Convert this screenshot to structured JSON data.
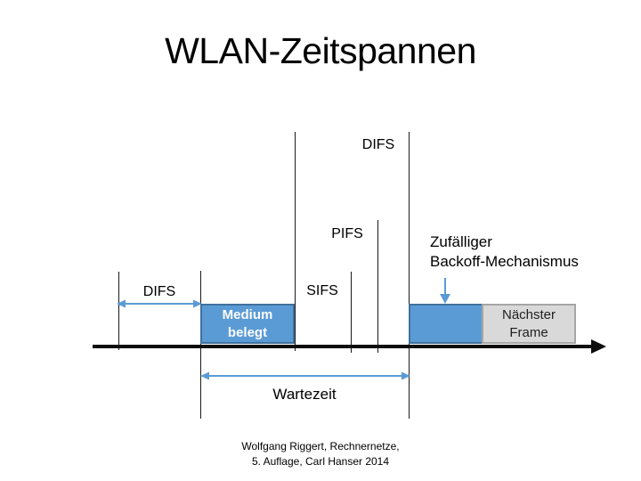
{
  "slide": {
    "title": "WLAN-Zeitspannen",
    "citation": {
      "line1": "Wolfgang Riggert, Rechnernetze,",
      "line2": "5. Auflage, Carl Hanser 2014"
    }
  },
  "diagram": {
    "labels": {
      "difs_top": "DIFS",
      "pifs": "PIFS",
      "sifs": "SIFS",
      "difs_left": "DIFS",
      "wartezeit": "Wartezeit",
      "backoff_line1": "Zufälliger",
      "backoff_line2": "Backoff-Mechanismus"
    },
    "boxes": {
      "medium": {
        "line1": "Medium",
        "line2": "belegt"
      },
      "next_frame": {
        "line1": "Nächster",
        "line2": "Frame"
      }
    },
    "colors": {
      "box_blue_fill": "#5b9bd5",
      "box_blue_border": "#41719c",
      "box_gray_fill": "#d9d9d9",
      "box_gray_border": "#a6a6a6",
      "arrow_blue": "#5b9bd5",
      "ink": "#0d0d0d"
    }
  }
}
